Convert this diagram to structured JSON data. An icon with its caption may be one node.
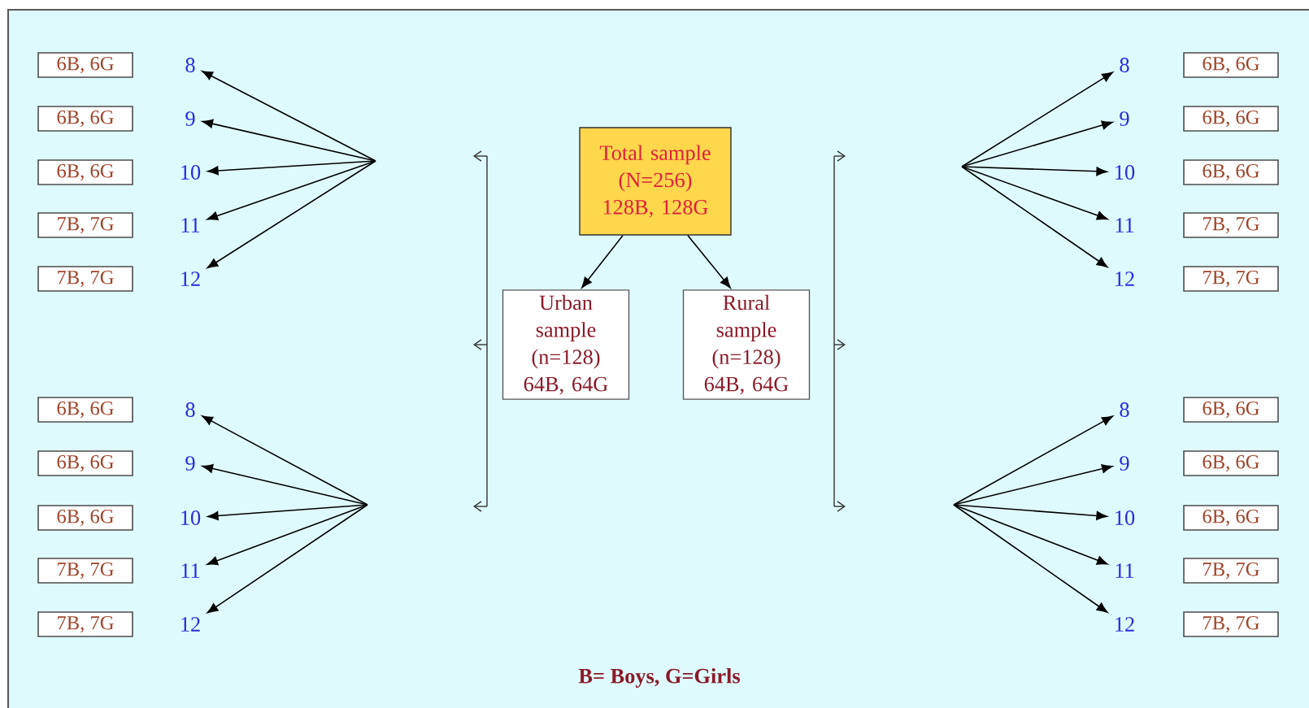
{
  "diagram": {
    "nodes": [
      {
        "text": [
          "Total sample (N=256) 128B, 128G"
        ]
      },
      {
        "text": [
          "Urban sample (n=128) 64B, 64G"
        ]
      },
      {
        "text": [
          "Rural sample (n=128) 64B, 64G"
        ]
      },
      {
        "text": [
          "6B, 6G"
        ]
      },
      {
        "text": [
          "8"
        ]
      },
      {
        "text": [
          "6B, 6G"
        ]
      },
      {
        "text": [
          "9"
        ]
      },
      {
        "text": [
          "6B, 6G"
        ]
      },
      {
        "text": [
          "10"
        ]
      },
      {
        "text": [
          "7B, 7G"
        ]
      },
      {
        "text": [
          "11"
        ]
      },
      {
        "text": [
          "7B, 7G"
        ]
      },
      {
        "text": [
          "12"
        ]
      },
      {
        "text": [
          "6B, 6G"
        ]
      },
      {
        "text": [
          "8"
        ]
      },
      {
        "text": [
          "6B, 6G"
        ]
      },
      {
        "text": [
          "9"
        ]
      },
      {
        "text": [
          "6B, 6G"
        ]
      },
      {
        "text": [
          "10"
        ]
      },
      {
        "text": [
          "7B, 7G"
        ]
      },
      {
        "text": [
          "11"
        ]
      },
      {
        "text": [
          "7B, 7G"
        ]
      },
      {
        "text": [
          "12"
        ]
      },
      {
        "text": [
          "6B, 6G"
        ]
      },
      {
        "text": [
          "8"
        ]
      },
      {
        "text": [
          "6B, 6G"
        ]
      },
      {
        "text": [
          "9"
        ]
      },
      {
        "text": [
          "6B, 6G"
        ]
      },
      {
        "text": [
          "10"
        ]
      },
      {
        "text": [
          "7B, 7G"
        ]
      },
      {
        "text": [
          "11"
        ]
      },
      {
        "text": [
          "7B, 7G"
        ]
      },
      {
        "text": [
          "12"
        ]
      },
      {
        "text": [
          "6B, 6G"
        ]
      },
      {
        "text": [
          "8"
        ]
      },
      {
        "text": [
          "6B, 6G"
        ]
      },
      {
        "text": [
          "9"
        ]
      },
      {
        "text": [
          "6B, 6G"
        ]
      },
      {
        "text": [
          "10"
        ]
      },
      {
        "text": [
          "7B, 7G"
        ]
      },
      {
        "text": [
          "11"
        ]
      },
      {
        "text": [
          "7B, 7G"
        ]
      },
      {
        "text": [
          "12"
        ]
      }
    ],
    "edges": [
      {
        "from": 0,
        "to": 1,
        "arrow": "to"
      },
      {
        "from": 0,
        "to": 2,
        "arrow": "to"
      },
      {
        "from": null,
        "to": 4,
        "arrow": "to"
      },
      {
        "from": null,
        "to": 6,
        "arrow": "to"
      },
      {
        "from": null,
        "to": 8,
        "arrow": "to"
      },
      {
        "from": null,
        "to": 10,
        "arrow": "to"
      },
      {
        "from": null,
        "to": 12,
        "arrow": "to"
      },
      {
        "from": null,
        "to": 14,
        "arrow": "to"
      },
      {
        "from": null,
        "to": 16,
        "arrow": "to"
      },
      {
        "from": null,
        "to": 18,
        "arrow": "to"
      },
      {
        "from": null,
        "to": 20,
        "arrow": "to"
      },
      {
        "from": null,
        "to": 22,
        "arrow": "to"
      },
      {
        "from": null,
        "to": 24,
        "arrow": "to"
      },
      {
        "from": null,
        "to": 26,
        "arrow": "to"
      },
      {
        "from": null,
        "to": 28,
        "arrow": "to"
      },
      {
        "from": null,
        "to": 30,
        "arrow": "to"
      },
      {
        "from": null,
        "to": 32,
        "arrow": "to"
      },
      {
        "from": null,
        "to": 34,
        "arrow": "to"
      },
      {
        "from": null,
        "to": 36,
        "arrow": "to"
      },
      {
        "from": null,
        "to": 38,
        "arrow": "to"
      },
      {
        "from": null,
        "to": 40,
        "arrow": "to"
      },
      {
        "from": null,
        "to": 42,
        "arrow": "to"
      }
    ],
    "labels": [
      "B= Boys, G=Girls"
    ]
  }
}
